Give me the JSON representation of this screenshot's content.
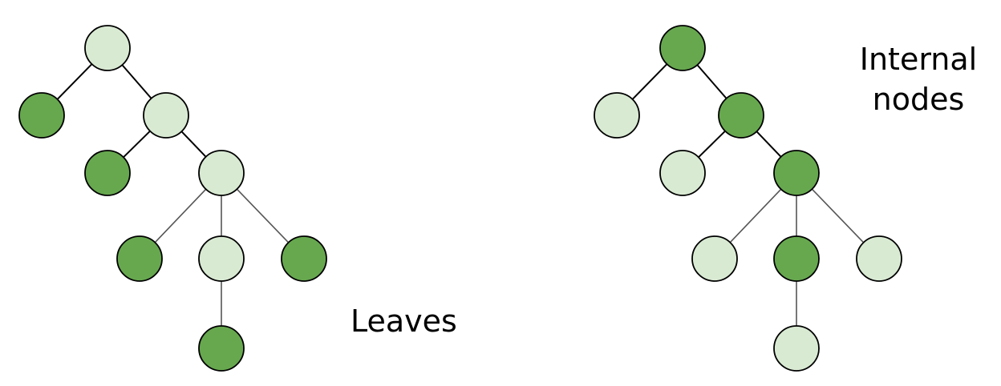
{
  "colors": {
    "highlight_fill": "#67a84f",
    "plain_fill": "#d9ead3",
    "stroke": "#000000",
    "edge": "#555555"
  },
  "diagrams": [
    {
      "id": "leaves",
      "label": "Leaves",
      "highlight": "leaf"
    },
    {
      "id": "internal",
      "label_line1": "Internal",
      "label_line2": "nodes",
      "highlight": "internal"
    }
  ],
  "tree": {
    "nodes": [
      {
        "id": "root"
      },
      {
        "id": "a",
        "parent": "root"
      },
      {
        "id": "b",
        "parent": "root"
      },
      {
        "id": "c",
        "parent": "b"
      },
      {
        "id": "d",
        "parent": "b"
      },
      {
        "id": "e",
        "parent": "d"
      },
      {
        "id": "f",
        "parent": "d"
      },
      {
        "id": "g",
        "parent": "d"
      },
      {
        "id": "h",
        "parent": "f"
      }
    ]
  }
}
